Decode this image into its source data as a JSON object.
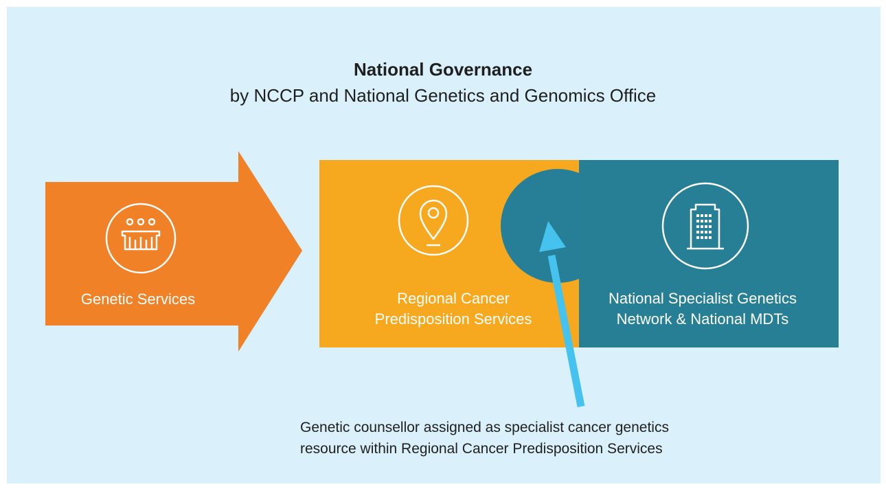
{
  "governance": {
    "title": "National Governance",
    "subtitle": "by NCCP and National Genetics and Genomics Office"
  },
  "nodes": {
    "genetic_services": {
      "label": "Genetic Services",
      "icon": "people-group-icon",
      "color": "#f08127"
    },
    "regional": {
      "line1": "Regional Cancer",
      "line2": "Predisposition Services",
      "icon": "location-pin-icon",
      "color": "#f6a81e"
    },
    "national": {
      "line1": "National Specialist Genetics",
      "line2": "Network & National MDTs",
      "icon": "building-icon",
      "color": "#277f96"
    }
  },
  "overlap_color": "#267f96",
  "pointer_color": "#45c2ee",
  "note": {
    "line1": "Genetic counsellor assigned as specialist cancer genetics",
    "line2": "resource within Regional Cancer Predisposition Services"
  },
  "background_color": "#daf0fa"
}
